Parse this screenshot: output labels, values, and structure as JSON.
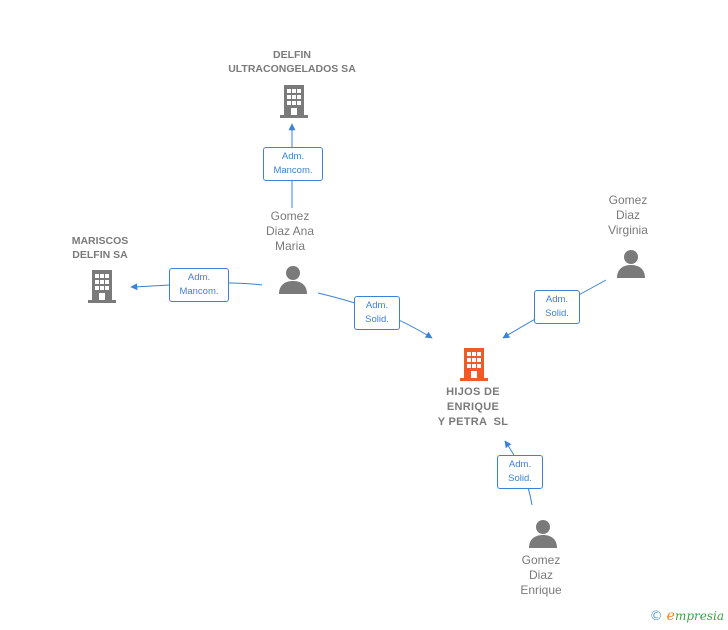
{
  "nodes": {
    "delfin_ultra": {
      "type": "company",
      "lines": [
        "DELFIN",
        "ULTRACONGELADOS SA"
      ]
    },
    "mariscos": {
      "type": "company",
      "lines": [
        "MARISCOS",
        "DELFIN SA"
      ]
    },
    "hijos": {
      "type": "company",
      "focus": true,
      "lines": [
        "HIJOS DE",
        "ENRIQUE",
        "Y PETRA  SL"
      ]
    },
    "ana": {
      "type": "person",
      "lines": [
        "Gomez",
        "Diaz Ana",
        "Maria"
      ]
    },
    "virginia": {
      "type": "person",
      "lines": [
        "Gomez",
        "Diaz",
        "Virginia"
      ]
    },
    "enrique": {
      "type": "person",
      "lines": [
        "Gomez",
        "Diaz",
        "Enrique"
      ]
    }
  },
  "relations": [
    {
      "from": "ana",
      "to": "delfin_ultra",
      "lines": [
        "Adm.",
        "Mancom."
      ]
    },
    {
      "from": "ana",
      "to": "mariscos",
      "lines": [
        "Adm.",
        "Mancom."
      ]
    },
    {
      "from": "ana",
      "to": "hijos",
      "lines": [
        "Adm.",
        "Solid."
      ]
    },
    {
      "from": "virginia",
      "to": "hijos",
      "lines": [
        "Adm.",
        "Solid."
      ]
    },
    {
      "from": "enrique",
      "to": "hijos",
      "lines": [
        "Adm.",
        "Solid."
      ]
    }
  ],
  "colors": {
    "company": "#7a7a7a",
    "focus": "#f05a28",
    "person": "#7a7a7a",
    "edge": "#3b82d8"
  },
  "brand": {
    "copyright": "©",
    "name_initial": "e",
    "name_rest": "mpresia"
  }
}
